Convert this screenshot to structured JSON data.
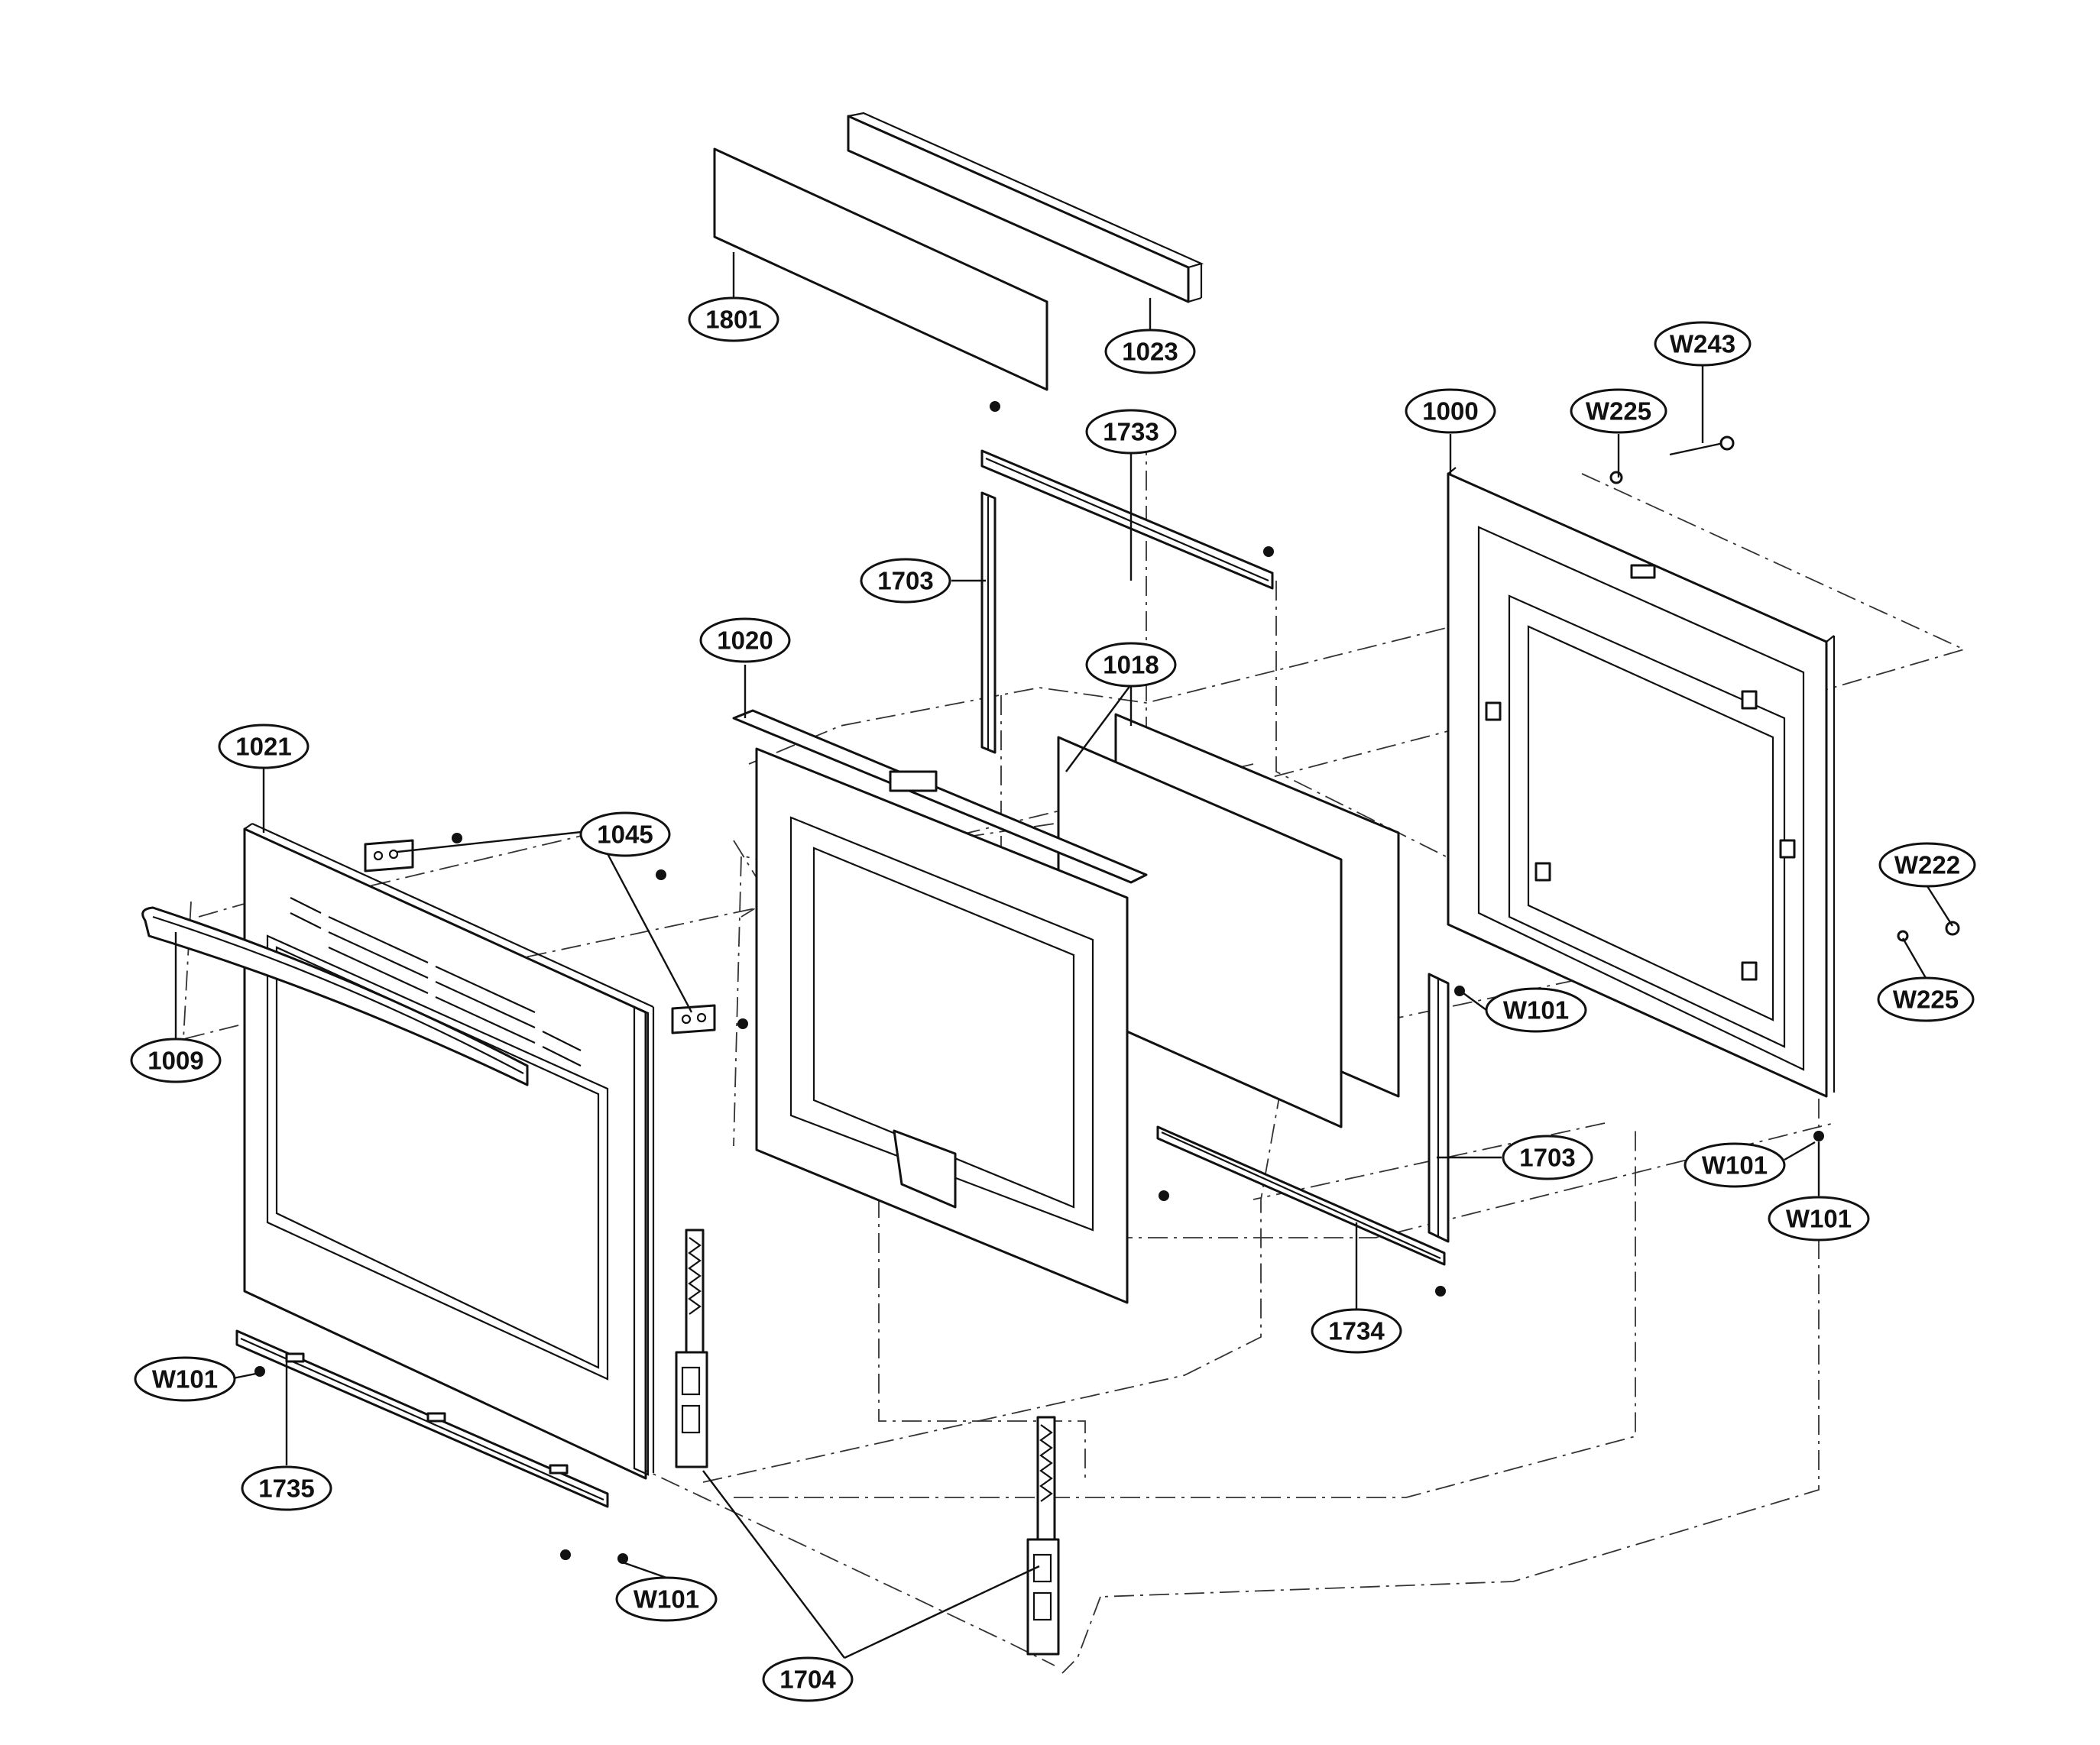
{
  "callouts": [
    {
      "id": "c1801",
      "label": "1801"
    },
    {
      "id": "c1023",
      "label": "1023"
    },
    {
      "id": "cW243",
      "label": "W243"
    },
    {
      "id": "c1000",
      "label": "1000"
    },
    {
      "id": "cW225a",
      "label": "W225"
    },
    {
      "id": "c1733",
      "label": "1733"
    },
    {
      "id": "c1703a",
      "label": "1703"
    },
    {
      "id": "c1020",
      "label": "1020"
    },
    {
      "id": "c1018",
      "label": "1018"
    },
    {
      "id": "c1021",
      "label": "1021"
    },
    {
      "id": "c1045",
      "label": "1045"
    },
    {
      "id": "cW222",
      "label": "W222"
    },
    {
      "id": "cW225b",
      "label": "W225"
    },
    {
      "id": "cW101a",
      "label": "W101"
    },
    {
      "id": "c1009",
      "label": "1009"
    },
    {
      "id": "c1703b",
      "label": "1703"
    },
    {
      "id": "cW101b",
      "label": "W101"
    },
    {
      "id": "cW101c",
      "label": "W101"
    },
    {
      "id": "c1734",
      "label": "1734"
    },
    {
      "id": "cW101d",
      "label": "W101"
    },
    {
      "id": "c1735",
      "label": "1735"
    },
    {
      "id": "cW101e",
      "label": "W101"
    },
    {
      "id": "c1704",
      "label": "1704"
    }
  ]
}
